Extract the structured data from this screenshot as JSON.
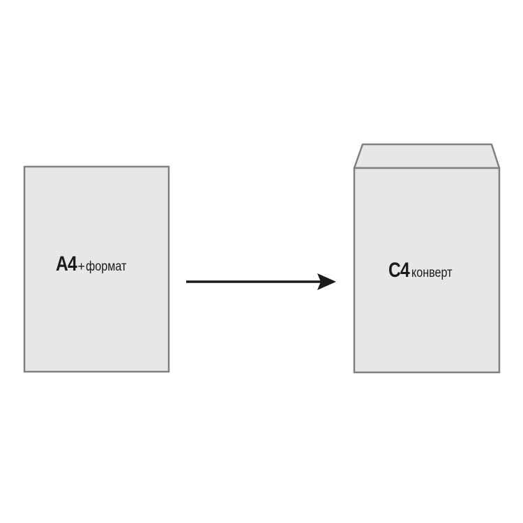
{
  "diagram": {
    "colors": {
      "background": "#ffffff",
      "shape_fill": "#e7e7e8",
      "shape_stroke": "#808080",
      "arrow": "#1a1a1a",
      "text": "#1a1a1a"
    },
    "left": {
      "shape": "sheet",
      "big_text": "A4",
      "plus": "+",
      "small_text": "формат"
    },
    "arrow": {
      "direction": "right",
      "icon": "arrow-right-icon"
    },
    "right": {
      "shape": "envelope",
      "big_text": "C4",
      "small_text": "конверт"
    }
  }
}
